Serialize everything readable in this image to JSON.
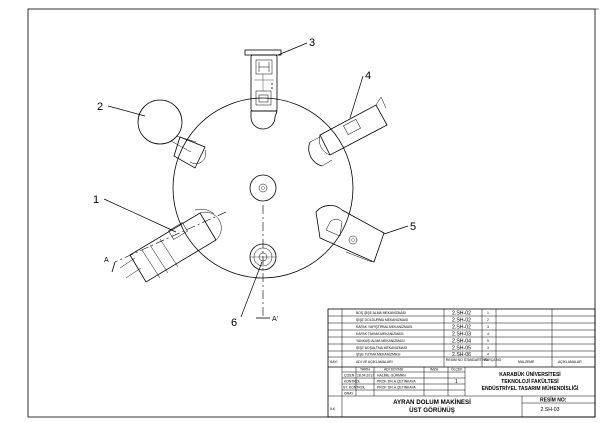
{
  "balloons": [
    "1",
    "2",
    "3",
    "4",
    "5",
    "6"
  ],
  "section_label_left": "A",
  "section_label_bottom": "A'",
  "parts_list": [
    {
      "name": "ŞİŞE TUTMA MEKANİZMASI",
      "code": "2.SH-06",
      "qty": "4"
    },
    {
      "name": "ŞİŞE BOŞALTMA MEKANİZMASI",
      "code": "2.SH-05",
      "qty": "3"
    },
    {
      "name": "YANKAŞI ALMA MEKANİZMASI",
      "code": "2.SH-04",
      "qty": "5"
    },
    {
      "name": "KAPAK TAKMA MEKANİZMASI",
      "code": "2.SH-03",
      "qty": "4"
    },
    {
      "name": "KAPAK YAPIŞTIRMA MEKANİZMASI",
      "code": "2.SH-02",
      "qty": "3"
    },
    {
      "name": "ŞİŞE DOLDURMA MEKANİZMASI",
      "code": "2.SH-02",
      "qty": "2"
    },
    {
      "name": "BOŞ ŞİŞE ALMA MEKANİZMASI",
      "code": "2.SH-02",
      "qty": "1"
    }
  ],
  "title_block": {
    "col_no": "SAYI",
    "col_desc": "ADI VE AÇIKLAMALARI",
    "col_resim": "RESİM NO STANDART NO",
    "col_parca": "PARÇA NO",
    "col_malz": "MALZEME",
    "col_aciklama": "AÇIKLAMALAR",
    "hdr_tarih": "TARİH",
    "hdr_adi": "ADI SOYADI",
    "hdr_imza": "İMZA",
    "hdr_olcek": "ÖLÇEK",
    "row_cizen": "ÇİZEN",
    "row_kontrol": "KONTROL",
    "row_kontrol2": "ST. KONTROL",
    "row_onay": "ONAY",
    "date": "18.04.2017",
    "drawer": "HALİME GÜRMAN",
    "checker1": "PROF. DR.A.ÇETİNKAYA",
    "checker2": "PROF. DR.A.ÇETİNKAYA",
    "scale": "1",
    "org_line1": "KARABÜK ÜNİVERSİTESİ",
    "org_line2": "TEKNOLOJİ FAKÜLTESİ",
    "org_line3": "ENDÜSTRİYEL TASARIM MÜHENDİSLİĞİ",
    "ilk": "İLK",
    "title_line1": "AYRAN DOLUM MAKİNESİ",
    "title_line2": "ÜST GÖRÜNÜŞ",
    "resim_no_label": "RESİM NO:",
    "resim_no": "2.SH-03"
  }
}
